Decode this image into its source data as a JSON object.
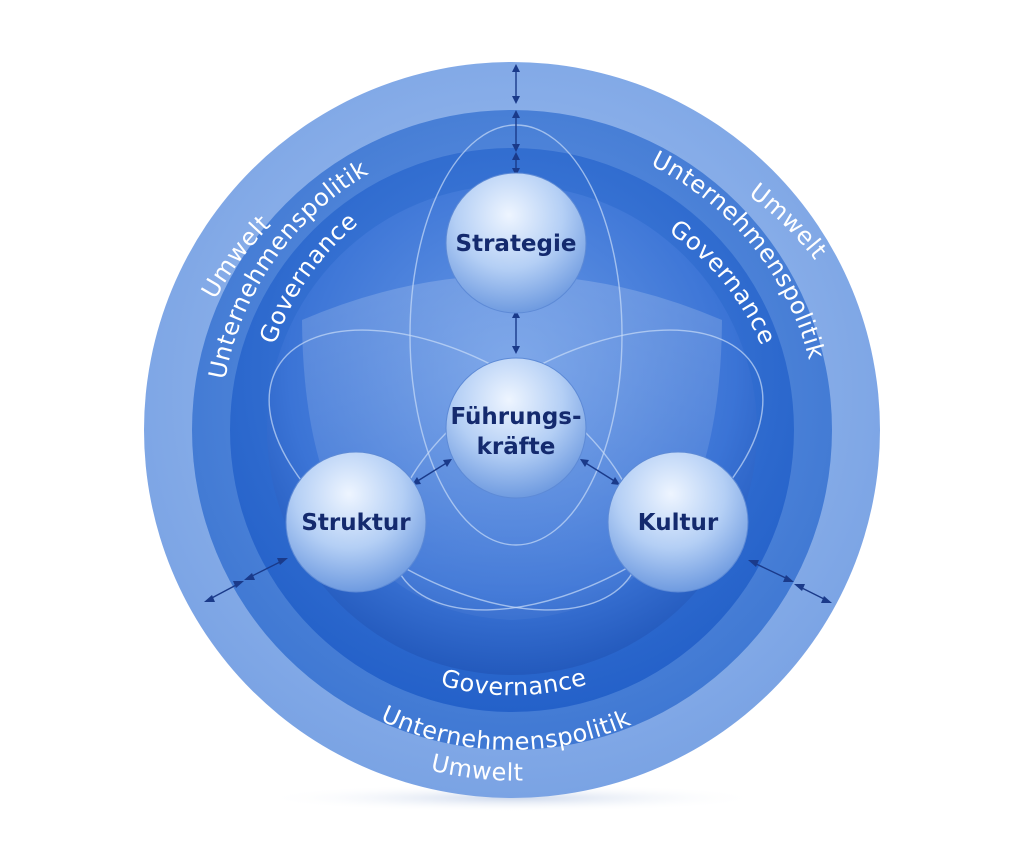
{
  "rings": {
    "outer": "Umwelt",
    "middle": "Unternehmenspolitik",
    "inner": "Governance"
  },
  "nodes": {
    "top": "Strategie",
    "center_line1": "Führungs-",
    "center_line2": "kräfte",
    "left": "Struktur",
    "right": "Kultur"
  },
  "colors": {
    "outer_ring": "#7ea6e6",
    "middle_ring": "#4d82d6",
    "inner_ring": "#2f6bd0",
    "core": "#3c78d8",
    "node": "#a9c6f2",
    "text_dark": "#142a6e",
    "arrow": "#1a3a8a"
  }
}
